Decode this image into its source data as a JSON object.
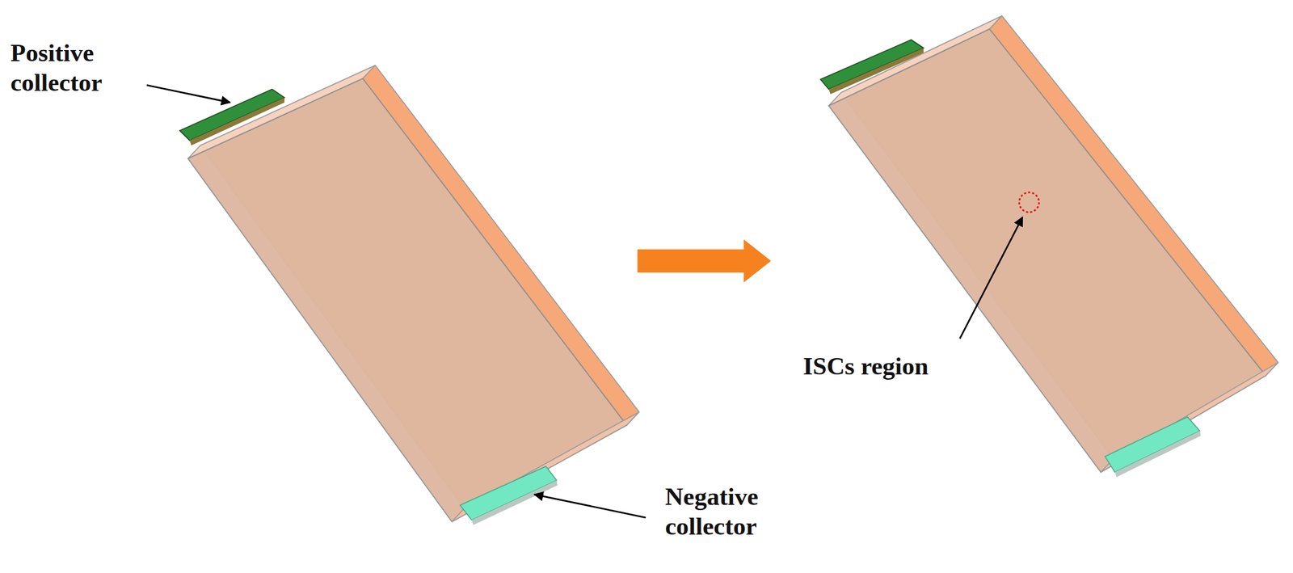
{
  "diagram": {
    "labels": [
      "Positive collector",
      "Negative collector",
      "ISCs region"
    ]
  }
}
